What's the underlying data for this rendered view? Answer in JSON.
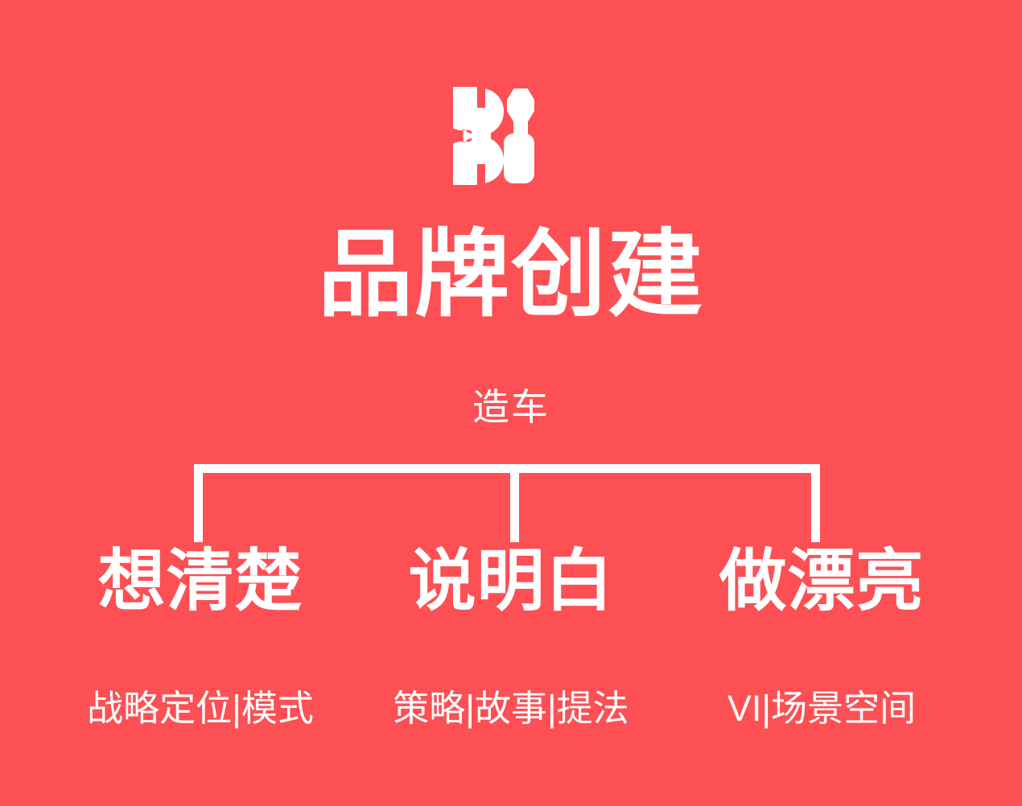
{
  "poster": {
    "background_color": "#fc5054",
    "foreground_color": "#ffffff",
    "icon": {
      "name": "wrench-and-screwdriver-icon",
      "label": "wrench-screwdriver"
    },
    "title": "品牌创建",
    "subtitle": "造车",
    "branches": [
      {
        "heading": "想清楚",
        "caption": "战略定位|模式"
      },
      {
        "heading": "说明白",
        "caption": "策略|故事|提法"
      },
      {
        "heading": "做漂亮",
        "caption": "VI|场景空间"
      }
    ]
  }
}
